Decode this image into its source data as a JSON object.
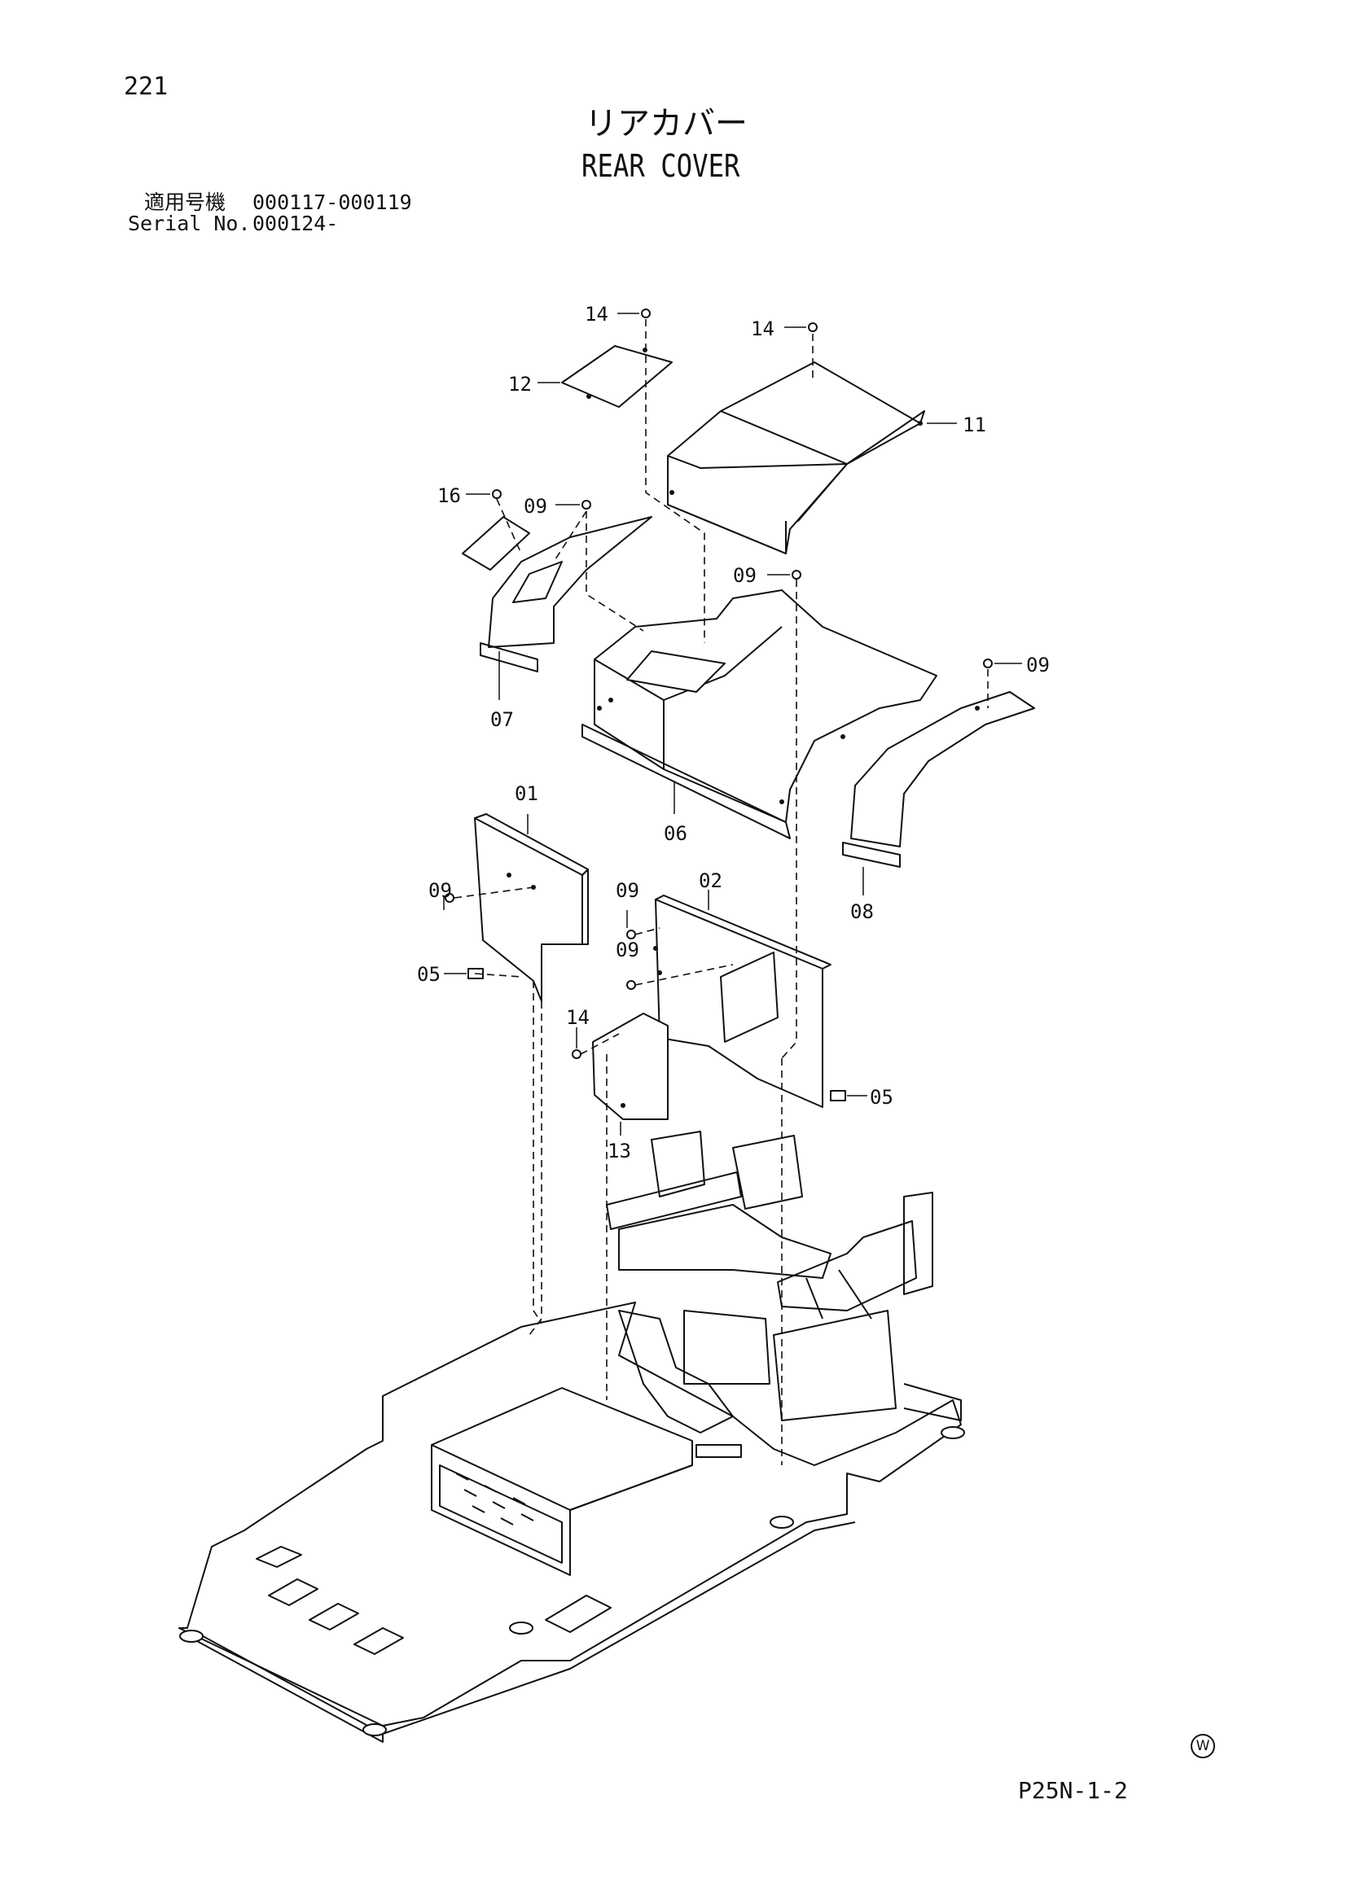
{
  "page_number": "221",
  "title_jp": "リアカバー",
  "title_en": "REAR COVER",
  "serial": {
    "jp_label": "適用号機",
    "jp_value": "000117-000119",
    "en_label": "Serial No.",
    "en_value": "000124-"
  },
  "drawing_code": "P25N-1-2",
  "mark": "W",
  "callouts": {
    "c14a": "14",
    "c14b": "14",
    "c12": "12",
    "c11": "11",
    "c16": "16",
    "c09a": "09",
    "c09b": "09",
    "c09c": "09",
    "c07": "07",
    "c06": "06",
    "c01": "01",
    "c09d": "09",
    "c09e": "09",
    "c02": "02",
    "c09f": "09",
    "c08": "08",
    "c05a": "05",
    "c14c": "14",
    "c05b": "05",
    "c13": "13"
  }
}
